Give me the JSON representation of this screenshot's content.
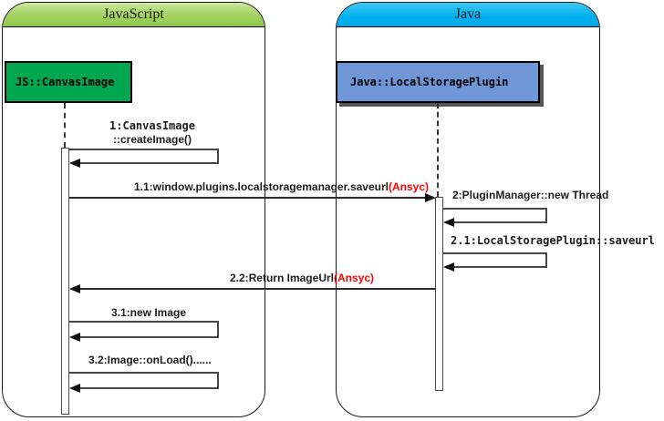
{
  "colors": {
    "javascript_header_green": "#9dcc57",
    "java_header_cyan": "#00b0f0",
    "canvas_image_box_green": "#00a650",
    "local_storage_box_blue": "#6f96d7",
    "async_annotation_red": "#ff0000"
  },
  "frames": {
    "javascript": {
      "title": "JavaScript"
    },
    "java": {
      "title": "Java"
    }
  },
  "objects": {
    "canvas_image": {
      "label": "JS::CanvasImage"
    },
    "local_storage_plugin": {
      "label": "Java::LocalStoragePlugin"
    }
  },
  "messages": {
    "m1": {
      "line1": "1:CanvasImage",
      "line2": "::createImage()"
    },
    "m1_1": {
      "text": "1.1:window.plugins.localstoragemanager.saveurl",
      "annotation": "(Ansyc)"
    },
    "m2": {
      "text": "2:PluginManager::new Thread"
    },
    "m2_1": {
      "text": "2.1:LocalStoragePlugin::saveurl"
    },
    "m2_2": {
      "text": "2.2:Return ImageUrl",
      "annotation": "(Ansyc)"
    },
    "m3_1": {
      "text": "3.1:new Image"
    },
    "m3_2": {
      "text": "3.2:Image::onLoad()......"
    }
  }
}
